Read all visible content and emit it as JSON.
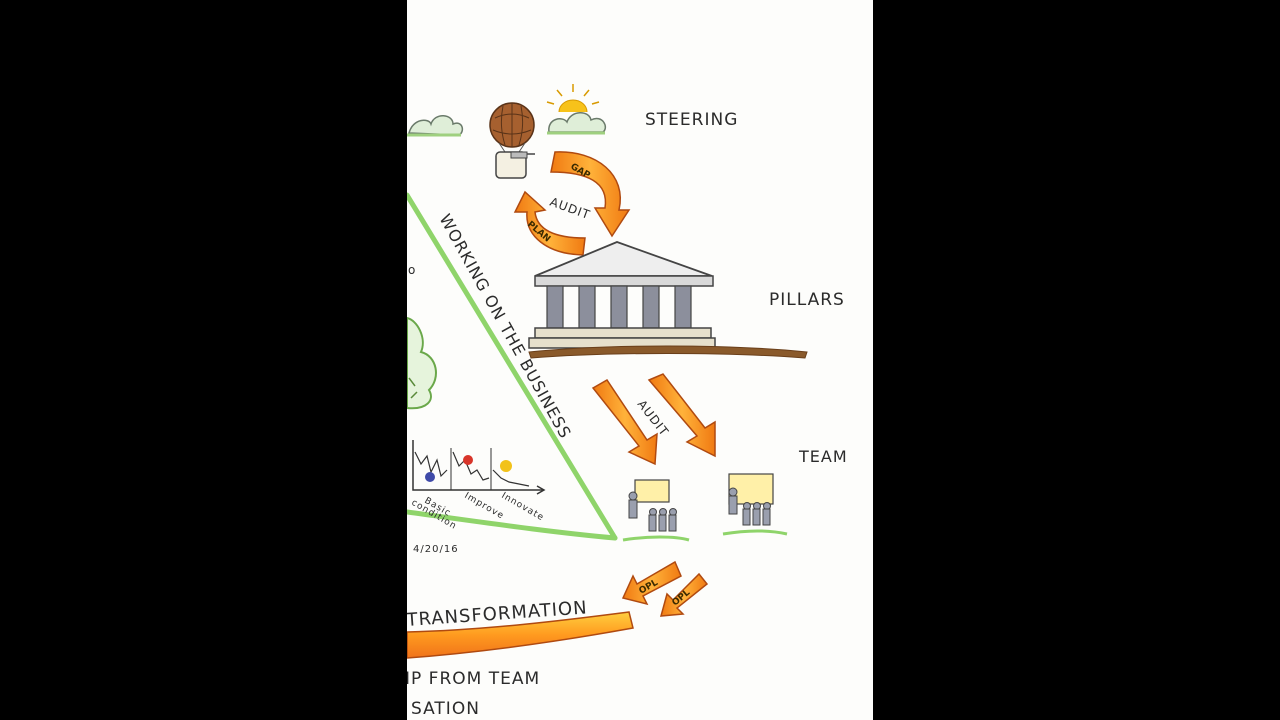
{
  "labels": {
    "steering": "STEERING",
    "pillars": "PILLARS",
    "team": "TEAM",
    "audit_top": "AUDIT",
    "audit_mid": "AUDIT",
    "working": "WORKING ON THE BUSINESS",
    "transformation": "TRANSFORMATION",
    "bottom_line1": "IP FROM TEAM",
    "bottom_line2": "SATION",
    "date": "4/20/16",
    "partial_o": "o"
  },
  "arrow_tags": {
    "gap": "GAP",
    "plan": "PLAN",
    "opl1": "OPL",
    "opl2": "OPL"
  },
  "chart_legend": {
    "basic": "Basic",
    "condition": "condition",
    "improve": "Improve",
    "innovate": "Innovate"
  },
  "colors": {
    "arrow_orange": "#f28a1e",
    "arrow_yellow": "#ffd34a",
    "arrow_outline": "#b04a10",
    "green_line": "#8fd46a",
    "ground_brown": "#8a5a2b",
    "pillar_grey": "#8c8f9c",
    "dot_blue": "#3f4aa8",
    "dot_red": "#d8352a",
    "dot_yellow": "#f2c21a",
    "cloud_green": "#bfe3b0",
    "easel_yellow": "#fff0a8"
  }
}
